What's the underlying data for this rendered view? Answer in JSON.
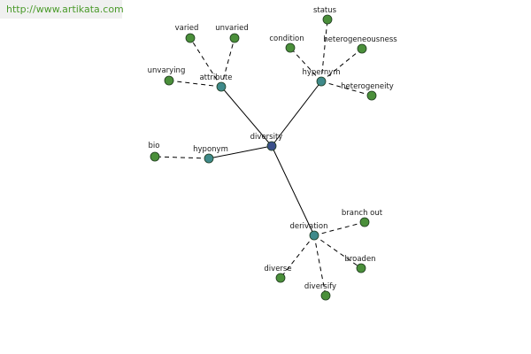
{
  "header": {
    "url_text": "http://www.artikata.com"
  },
  "graph": {
    "center": {
      "id": "diversity",
      "label": "diversity",
      "color": "#3a4f8a"
    },
    "hubs": [
      {
        "id": "attribute",
        "label": "attribute",
        "color": "#3f8a8a"
      },
      {
        "id": "hypernym",
        "label": "hypernym",
        "color": "#3f8a8a"
      },
      {
        "id": "hyponym",
        "label": "hyponym",
        "color": "#3f8a8a"
      },
      {
        "id": "derivation",
        "label": "derivation",
        "color": "#3f8a8a"
      }
    ],
    "leaves": [
      {
        "id": "varied",
        "label": "varied",
        "hub": "attribute",
        "color": "#4a8f3a"
      },
      {
        "id": "unvaried",
        "label": "unvaried",
        "hub": "attribute",
        "color": "#4a8f3a"
      },
      {
        "id": "unvarying",
        "label": "unvarying",
        "hub": "attribute",
        "color": "#4a8f3a"
      },
      {
        "id": "status",
        "label": "status",
        "hub": "hypernym",
        "color": "#4a8f3a"
      },
      {
        "id": "condition",
        "label": "condition",
        "hub": "hypernym",
        "color": "#4a8f3a"
      },
      {
        "id": "heterogeneousness",
        "label": "heterogeneousness",
        "hub": "hypernym",
        "color": "#4a8f3a"
      },
      {
        "id": "heterogeneity",
        "label": "heterogeneity",
        "hub": "hypernym",
        "color": "#4a8f3a"
      },
      {
        "id": "bio",
        "label": "bio",
        "hub": "hyponym",
        "color": "#4a8f3a"
      },
      {
        "id": "branch_out",
        "label": "branch out",
        "hub": "derivation",
        "color": "#4a8f3a"
      },
      {
        "id": "broaden",
        "label": "broaden",
        "hub": "derivation",
        "color": "#4a8f3a"
      },
      {
        "id": "diverse",
        "label": "diverse",
        "hub": "derivation",
        "color": "#4a8f3a"
      },
      {
        "id": "diversify",
        "label": "diversify",
        "hub": "derivation",
        "color": "#4a8f3a"
      }
    ]
  }
}
